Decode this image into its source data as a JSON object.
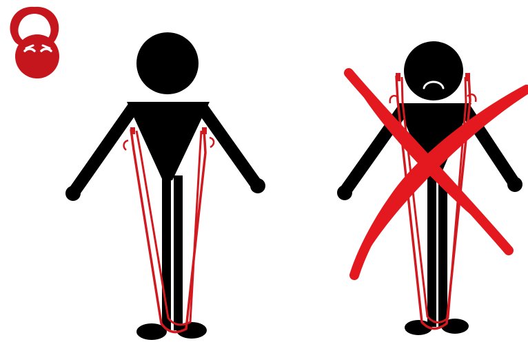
{
  "colors": {
    "background": "#ffffff",
    "figure": "#000000",
    "band": "#d11a1f",
    "cross": "#e3191f",
    "logo": "#c4161c",
    "logo_face": "#ffffff"
  },
  "logo": {
    "icon": "kettlebell-icon"
  },
  "panels": [
    {
      "id": "correct",
      "figure_icon": "stick-figure-icon",
      "band_icon": "resistance-band-icon",
      "band_placement": "inside-arms"
    },
    {
      "id": "incorrect",
      "figure_icon": "sad-stick-figure-icon",
      "band_icon": "resistance-band-icon",
      "band_placement": "over-shoulders",
      "overlay_icon": "cross-out-icon"
    }
  ]
}
